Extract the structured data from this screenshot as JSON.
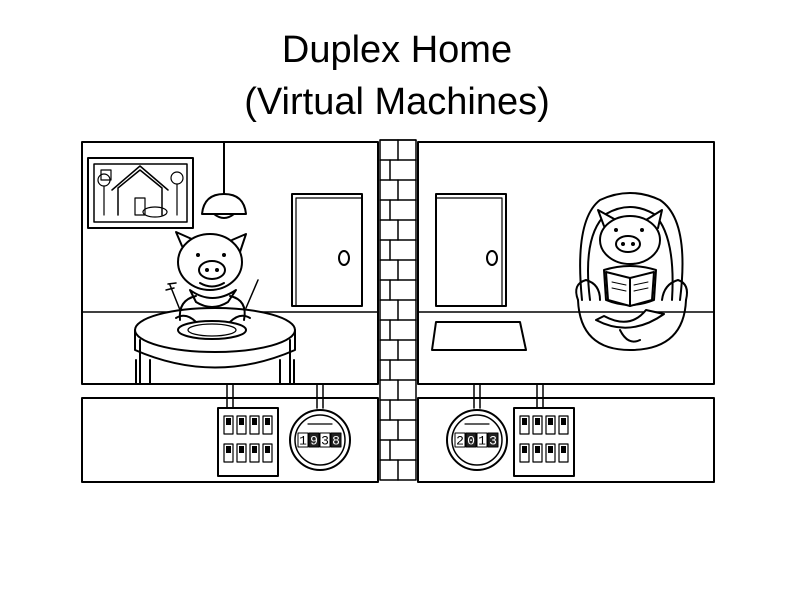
{
  "title": {
    "line1": "Duplex Home",
    "line2": "(Virtual Machines)"
  },
  "left_unit": {
    "meter_digits": [
      "1",
      "9",
      "3",
      "8"
    ]
  },
  "right_unit": {
    "meter_digits": [
      "2",
      "0",
      "1",
      "3"
    ]
  },
  "colors": {
    "line": "#000000",
    "background": "#ffffff",
    "meter_digit_bg": "#222222",
    "meter_digit_fg": "#ffffff"
  }
}
